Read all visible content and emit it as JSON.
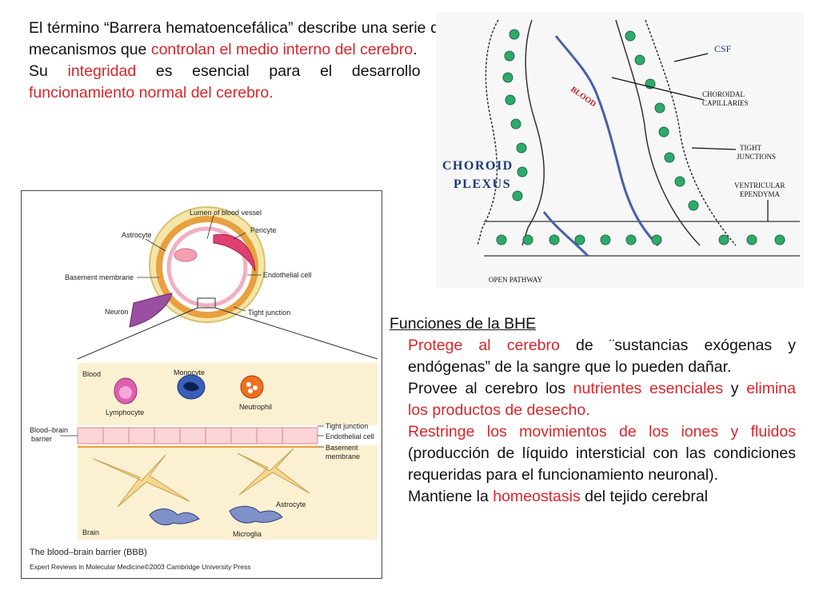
{
  "intro": {
    "p1": [
      {
        "t": "El término “Barrera hematoencefálica” describe una serie de mecanismos que ",
        "c": "black"
      },
      {
        "t": "controlan el medio interno del cerebro",
        "c": "red"
      },
      {
        "t": ".",
        "c": "black"
      }
    ],
    "p2": [
      {
        "t": "Su ",
        "c": "black"
      },
      {
        "t": "integridad",
        "c": "red"
      },
      {
        "t": " es esencial para el desarrollo y ",
        "c": "black"
      },
      {
        "t": "funcionamiento normal del cerebro.",
        "c": "red"
      }
    ]
  },
  "choroid": {
    "csf": "CSF",
    "blood": "BLOOD",
    "capillaries_1": "CHOROIDAL",
    "capillaries_2": "CAPILLARIES",
    "tight_1": "TIGHT",
    "tight_2": "JUNCTIONS",
    "ependyma_1": "VENTRICULAR",
    "ependyma_2": "EPENDYMA",
    "title_1": "CHOROID",
    "title_2": "PLEXUS",
    "open": "OPEN PATHWAY",
    "colors": {
      "nucleus": "#2eaa6a",
      "title": "#1a3a7a",
      "blood": "#c0202a"
    }
  },
  "bbb": {
    "lumen": "Lumen of blood vessel",
    "astrocyte_top": "Astrocyte",
    "pericyte": "Pericyte",
    "basement": "Basement membrane",
    "endothelial": "Endothelial cell",
    "neuron": "Neuron",
    "tight_top": "Tight junction",
    "blood": "Blood",
    "monocyte": "Monocyte",
    "lymphocyte": "Lymphocyte",
    "neutrophil": "Neutrophil",
    "tight_low": "Tight junction",
    "endothelial_low": "Endothelial cell",
    "barrier_1": "Blood–brain",
    "barrier_2": "barrier",
    "basement_1": "Basement",
    "basement_2": "membrane",
    "astrocyte_low": "Astrocyte",
    "microglia": "Microglia",
    "brain": "Brain",
    "caption": "The blood–brain barrier (BBB)",
    "credit": "Expert Reviews in Molecular Medicine©2003 Cambridge University Press"
  },
  "functions": {
    "header": "Funciones de la BHE",
    "items": [
      [
        {
          "t": "Protege al cerebro",
          "c": "red"
        },
        {
          "t": " de ¨sustancias exógenas y endógenas” de la sangre que  lo pueden dañar.",
          "c": "black"
        }
      ],
      [
        {
          "t": "Provee al cerebro los ",
          "c": "black"
        },
        {
          "t": "nutrientes esenciales",
          "c": "red"
        },
        {
          "t": " y ",
          "c": "black"
        },
        {
          "t": "elimina los productos de desecho.",
          "c": "red"
        }
      ],
      [
        {
          "t": "Restringe los movimientos de los iones y fluidos",
          "c": "red"
        },
        {
          "t": " (producción  de líquido intersticial con las condiciones requeridas para el funcionamiento neuronal).",
          "c": "black"
        }
      ],
      [
        {
          "t": "Mantiene la ",
          "c": "black"
        },
        {
          "t": "homeostasis",
          "c": "red"
        },
        {
          "t": " del tejido cerebral",
          "c": "black"
        }
      ]
    ]
  }
}
